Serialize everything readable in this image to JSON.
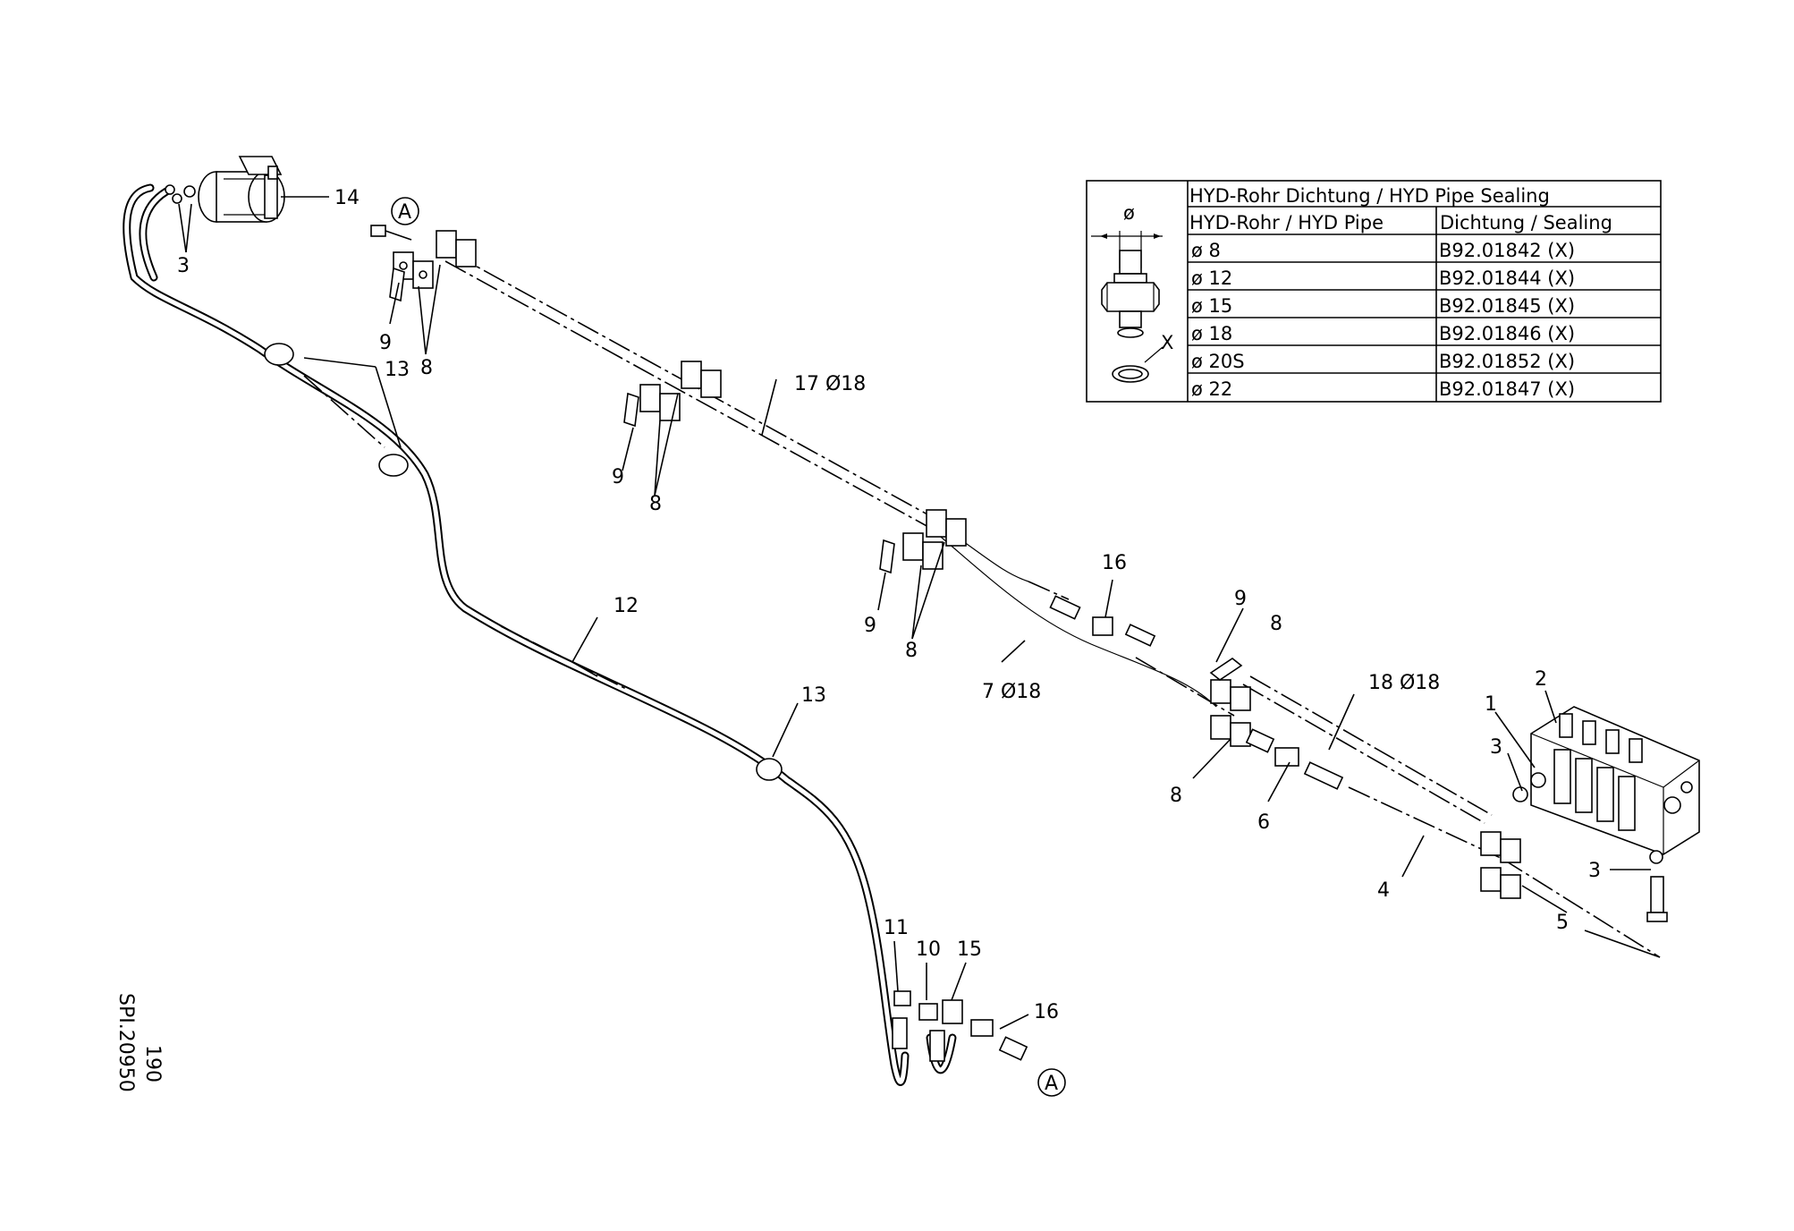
{
  "drawing": {
    "sheet_id": "SPI.20950",
    "sheet_number": "190",
    "view_marker": "A",
    "callouts": {
      "c1": "1",
      "c2": "2",
      "c3": "3",
      "c4": "4",
      "c5": "5",
      "c6": "6",
      "c7": "7  Ø18",
      "c8": "8",
      "c9": "9",
      "c10": "10",
      "c11": "11",
      "c12": "12",
      "c13": "13",
      "c14": "14",
      "c15": "15",
      "c16": "16",
      "c17": "17  Ø18",
      "c18": "18  Ø18"
    }
  },
  "sealing_table": {
    "title": "HYD-Rohr Dichtung / HYD Pipe Sealing",
    "header_pipe": "HYD-Rohr / HYD Pipe",
    "header_seal": "Dichtung / Sealing",
    "diameter_symbol": "ø",
    "seal_marker": "X",
    "rows": [
      {
        "pipe": "ø  8",
        "seal": "B92.01842    (X)"
      },
      {
        "pipe": "ø  12",
        "seal": "B92.01844    (X)"
      },
      {
        "pipe": "ø  15",
        "seal": "B92.01845    (X)"
      },
      {
        "pipe": "ø  18",
        "seal": "B92.01846    (X)"
      },
      {
        "pipe": "ø  20S",
        "seal": "B92.01852    (X)"
      },
      {
        "pipe": "ø  22",
        "seal": "B92.01847    (X)"
      }
    ]
  }
}
